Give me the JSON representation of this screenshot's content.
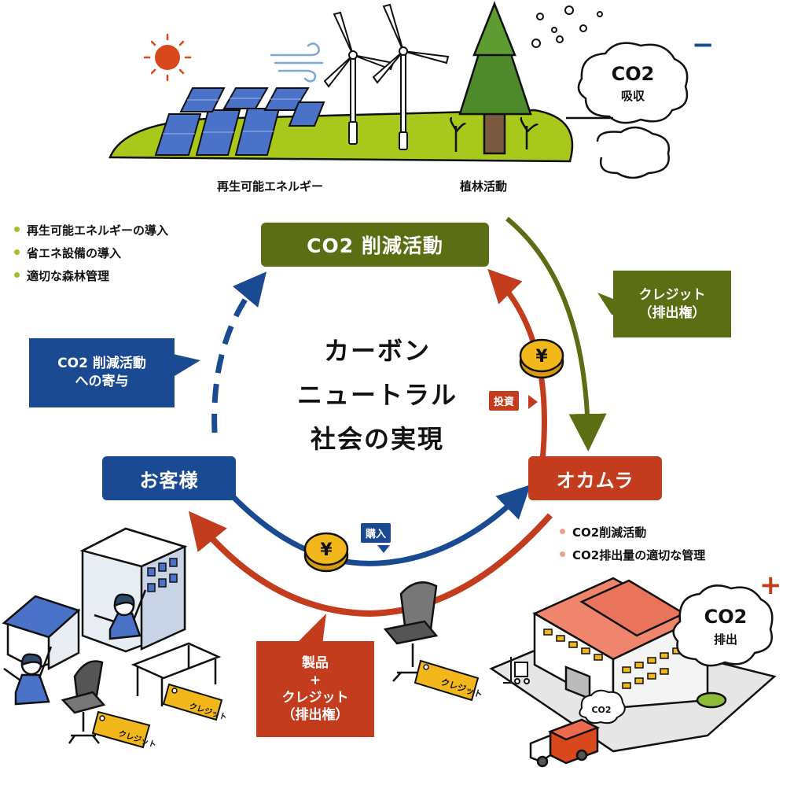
{
  "top_labels": {
    "renewable": "再生可能エネルギー",
    "planting": "植林活動"
  },
  "co2_absorb": {
    "formula": "CO2",
    "label": "吸収"
  },
  "co2_emit": {
    "formula": "CO2",
    "label": "排出"
  },
  "truck_co2": "CO2",
  "sign_minus": "−",
  "sign_plus": "+",
  "nodes": {
    "reduction": "CO2 削減活動",
    "customer": "お客様",
    "okamura": "オカムラ"
  },
  "center": {
    "line1": "カーボン",
    "line2": "ニュートラル",
    "line3": "社会の実現"
  },
  "left_bullets": [
    "再生可能エネルギーの導入",
    "省エネ設備の導入",
    "適切な森林管理"
  ],
  "right_bullets": [
    "CO2削減活動",
    "CO2排出量の適切な管理"
  ],
  "callouts": {
    "credit": {
      "line1": "クレジット",
      "line2": "（排出権）"
    },
    "contribution": {
      "line1": "CO2 削減活動",
      "line2": "への寄与"
    },
    "product": {
      "line1": "製品",
      "line2": "+",
      "line3": "クレジット",
      "line4": "（排出権）"
    }
  },
  "tags": {
    "investment": "投資",
    "purchase": "購入"
  },
  "yen": "¥",
  "credit_tag": "クレジット",
  "colors": {
    "green": "#5b6e13",
    "red": "#c33c1e",
    "blue": "#1a4a91",
    "lightgreen": "#a9c81c",
    "gold": "#f2b81b"
  }
}
